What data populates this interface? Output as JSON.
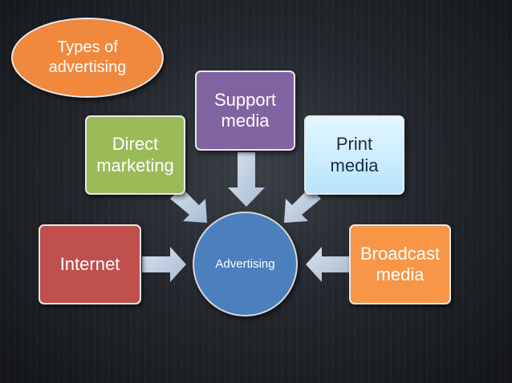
{
  "title_oval": {
    "text": "Types of\nadvertising"
  },
  "center": {
    "text": "Advertising"
  },
  "nodes": {
    "internet": {
      "text": "Internet"
    },
    "direct_marketing": {
      "text": "Direct\nmarketing"
    },
    "support_media": {
      "text": "Support\nmedia"
    },
    "print_media": {
      "text": "Print\nmedia"
    },
    "broadcast_media": {
      "text": "Broadcast\nmedia"
    }
  },
  "colors": {
    "internet": "#c0504d",
    "direct_marketing": "#9bbb59",
    "support_media": "#8064a2",
    "print_media": "#c6ecff",
    "broadcast_media": "#f79646",
    "center": "#4b7fbd",
    "oval": "#f0883e",
    "arrow": "#bfcde0"
  }
}
